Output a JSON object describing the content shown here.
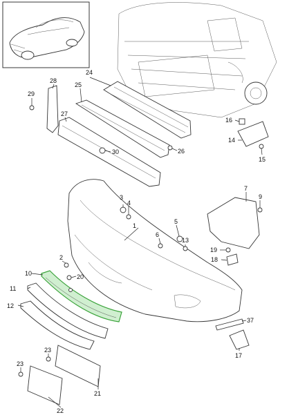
{
  "callouts": [
    {
      "id": "c1",
      "label": "1"
    },
    {
      "id": "c2",
      "label": "2"
    },
    {
      "id": "c3",
      "label": "3"
    },
    {
      "id": "c4",
      "label": "4"
    },
    {
      "id": "c5",
      "label": "5"
    },
    {
      "id": "c6",
      "label": "6"
    },
    {
      "id": "c7",
      "label": "7"
    },
    {
      "id": "c9",
      "label": "9"
    },
    {
      "id": "c10",
      "label": "10"
    },
    {
      "id": "c11",
      "label": "11"
    },
    {
      "id": "c12",
      "label": "12"
    },
    {
      "id": "c13",
      "label": "13"
    },
    {
      "id": "c14",
      "label": "14"
    },
    {
      "id": "c15",
      "label": "15"
    },
    {
      "id": "c16",
      "label": "16"
    },
    {
      "id": "c17",
      "label": "17"
    },
    {
      "id": "c18",
      "label": "18"
    },
    {
      "id": "c19",
      "label": "19"
    },
    {
      "id": "c20",
      "label": "20"
    },
    {
      "id": "c21",
      "label": "21"
    },
    {
      "id": "c22",
      "label": "22"
    },
    {
      "id": "c23a",
      "label": "23"
    },
    {
      "id": "c23b",
      "label": "23"
    },
    {
      "id": "c24",
      "label": "24"
    },
    {
      "id": "c25",
      "label": "25"
    },
    {
      "id": "c26",
      "label": "26"
    },
    {
      "id": "c27",
      "label": "27"
    },
    {
      "id": "c28",
      "label": "28"
    },
    {
      "id": "c29",
      "label": "29"
    },
    {
      "id": "c30",
      "label": "30"
    },
    {
      "id": "c37",
      "label": "37"
    }
  ],
  "highlight_color": "#3aa33a",
  "highlighted_part": "10"
}
